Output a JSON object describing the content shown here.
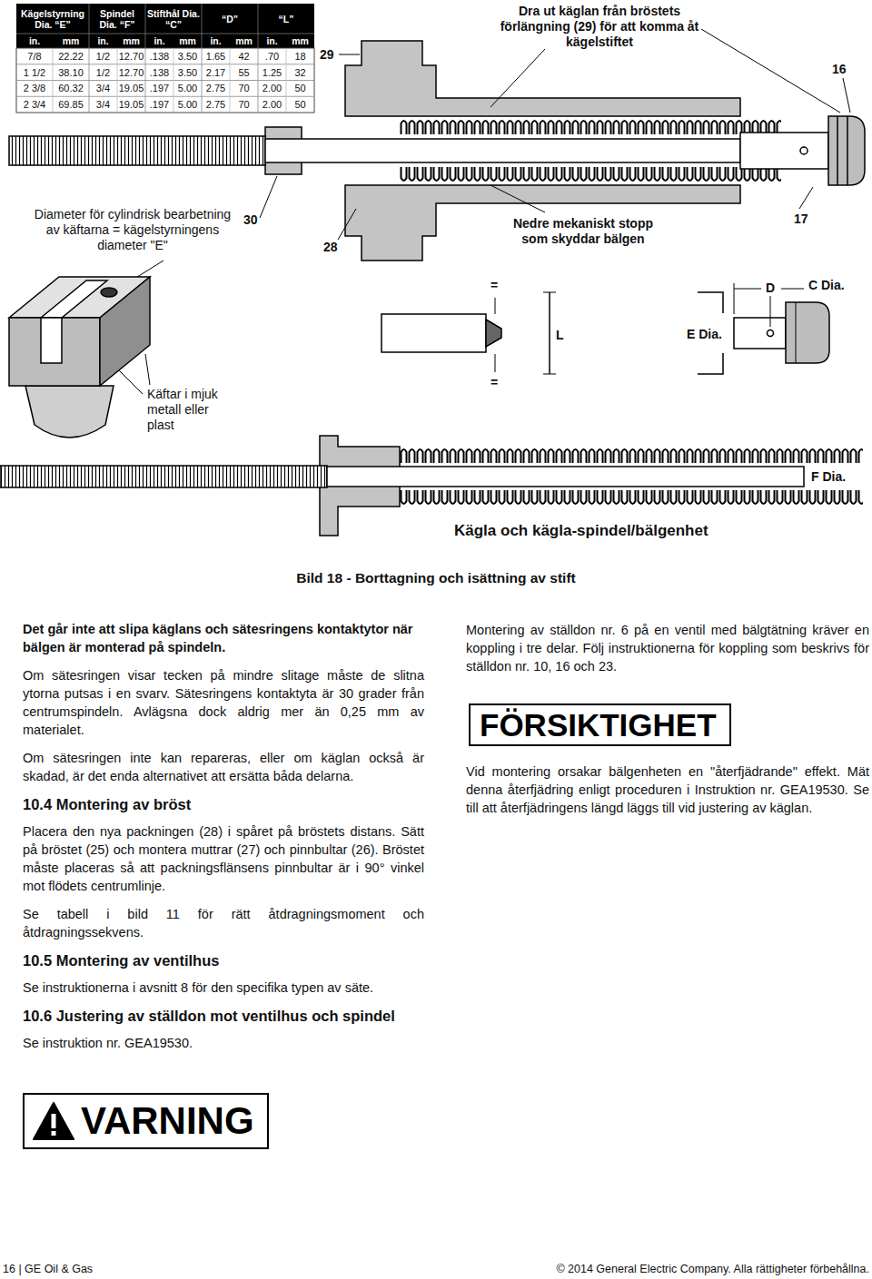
{
  "diagram": {
    "caption": "Bild 18 - Borttagning och isättning av stift",
    "nodes": [
      {
        "text": [
          "FÖRSIKTIGHET"
        ]
      },
      {
        "text": [
          "VARNING"
        ]
      }
    ],
    "labels": [
      "Kägelstyrning Dia. “E”",
      "Spindel Dia. “F”",
      "Stifthål Dia. “C”",
      "“D”",
      "“L”",
      "in.",
      "mm",
      "in.",
      "mm",
      "in.",
      "mm",
      "in.",
      "mm",
      "in.",
      "mm",
      "7/8",
      "22.22",
      "1/2",
      "12.70",
      ".138",
      "3.50",
      "1.65",
      "42",
      ".70",
      "18",
      "1 1/2",
      "38.10",
      "1/2",
      "12.70",
      ".138",
      "3.50",
      "2.17",
      "55",
      "1.25",
      "32",
      "2 3/8",
      "60.32",
      "3/4",
      "19.05",
      ".197",
      "5.00",
      "2.75",
      "70",
      "2.00",
      "50",
      "2 3/4",
      "69.85",
      "3/4",
      "19.05",
      ".197",
      "5.00",
      "2.75",
      "70",
      "2.00",
      "50",
      "29",
      "Dra ut käglan från bröstets förlängning (29) för att komma åt kägelstiftet",
      "16",
      "Diameter för cylindrisk bearbetning av käftarna = kägelstyrningens diameter \"E\"",
      "30",
      "28",
      "Nedre mekaniskt stopp som skyddar bälgen",
      "17",
      "=",
      "D",
      "C Dia.",
      "L",
      "E Dia.",
      "=",
      "Käftar i mjuk metall eller plast",
      "F Dia.",
      "Kägla och kägla-spindel/bälgenhet",
      "Det går inte att slipa käglans och sätesringens kontaktytor när bälgen är monterad på spindeln.",
      "Om sätesringen visar tecken på mindre slitage måste de slitna ytorna putsas i en svarv. Sätesringens kontaktyta är 30 grader från centrumspindeln. Avlägsna dock aldrig mer än 0,25 mm av materialet.",
      "Om sätesringen inte kan repareras, eller om käglan också är skadad, är det enda alternativet att ersätta båda delarna.",
      "10.4 Montering av bröst",
      "Placera den nya packningen (28) i spåret på bröstets distans. Sätt på bröstet (25) och montera muttrar (27) och pinnbultar (26). Bröstet måste placeras så att packningsflänsens pinnbultar är i 90° vinkel mot flödets centrumlinje.",
      "Se tabell i bild 11 för rätt åtdragningsmoment och åtdragningssekvens.",
      "10.5 Montering av ventilhus",
      "Se instruktionerna i avsnitt 8 för den specifika typen av säte.",
      "10.6 Justering av ställdon mot ventilhus och spindel",
      "Se instruktion nr. GEA19530.",
      "Montering av ställdon nr. 6 på en ventil med bälgtätning kräver en koppling i tre delar. Följ instruktionerna för koppling som beskrivs för ställdon nr. 10, 16 och 23.",
      "Vid montering orsakar bälgenheten en \"återfjädrande\" effekt. Mät denna återfjädring enligt proceduren i Instruktion nr. GEA19530. Se till att återfjädringens längd läggs till vid justering av käglan.",
      "16 | GE Oil & Gas",
      "© 2014 General Electric Company. Alla rättigheter förbehållna."
    ]
  }
}
